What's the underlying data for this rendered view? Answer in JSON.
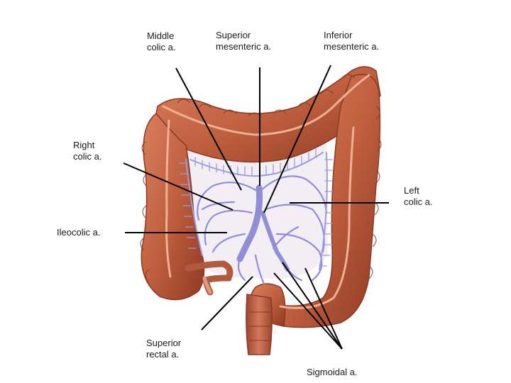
{
  "labels": {
    "middle_colic": [
      "Middle",
      "colic a."
    ],
    "superior_mesenteric": [
      "Superior",
      "mesenteric a."
    ],
    "inferior_mesenteric": [
      "Inferior",
      "mesenteric a."
    ],
    "right_colic": [
      "Right",
      "colic a."
    ],
    "left_colic": [
      "Left",
      "colic a."
    ],
    "ileocolic": [
      "Ileocolic a."
    ],
    "superior_rectal": [
      "Superior",
      "rectal a."
    ],
    "sigmoidal": [
      "Sigmoidal a."
    ]
  },
  "colors": {
    "colon": "#c8684a",
    "colon_dark": "#9a3f28",
    "colon_highlight": "#e49a7c",
    "artery": "#8f8ed6",
    "artery_dark": "#6665b0",
    "leader": "#000000"
  }
}
